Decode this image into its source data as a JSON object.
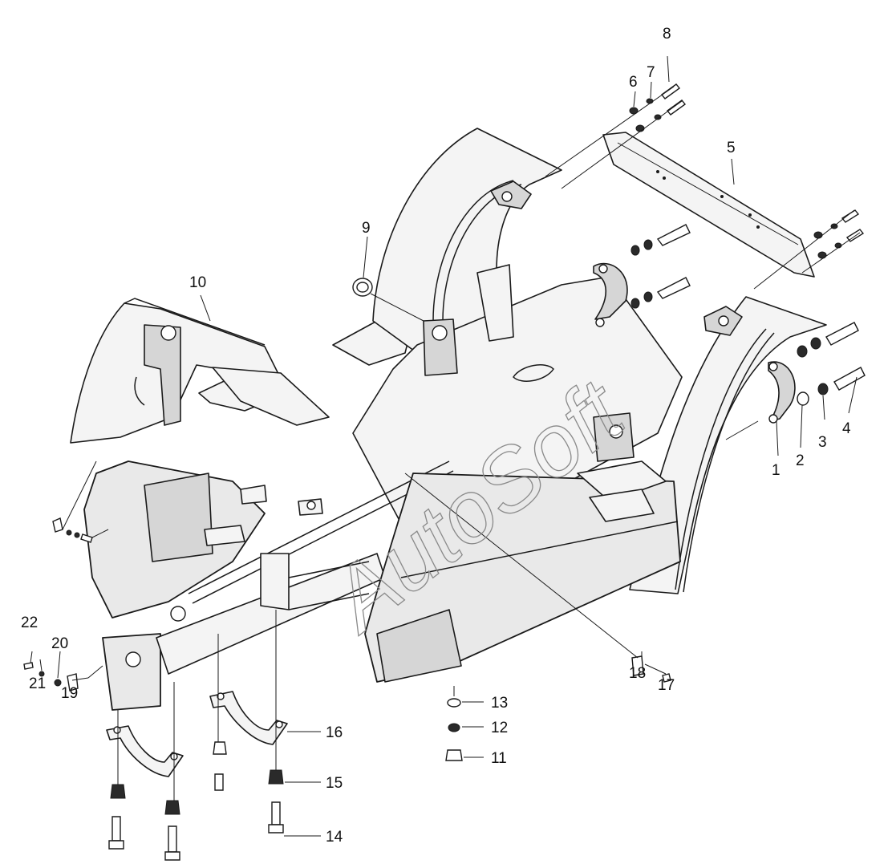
{
  "diagram": {
    "callouts": [
      "1",
      "2",
      "3",
      "4",
      "5",
      "6",
      "7",
      "8",
      "9",
      "10",
      "11",
      "12",
      "13",
      "14",
      "15",
      "16",
      "17",
      "18",
      "19",
      "20",
      "21",
      "22"
    ],
    "watermark": "AutoSoft"
  }
}
